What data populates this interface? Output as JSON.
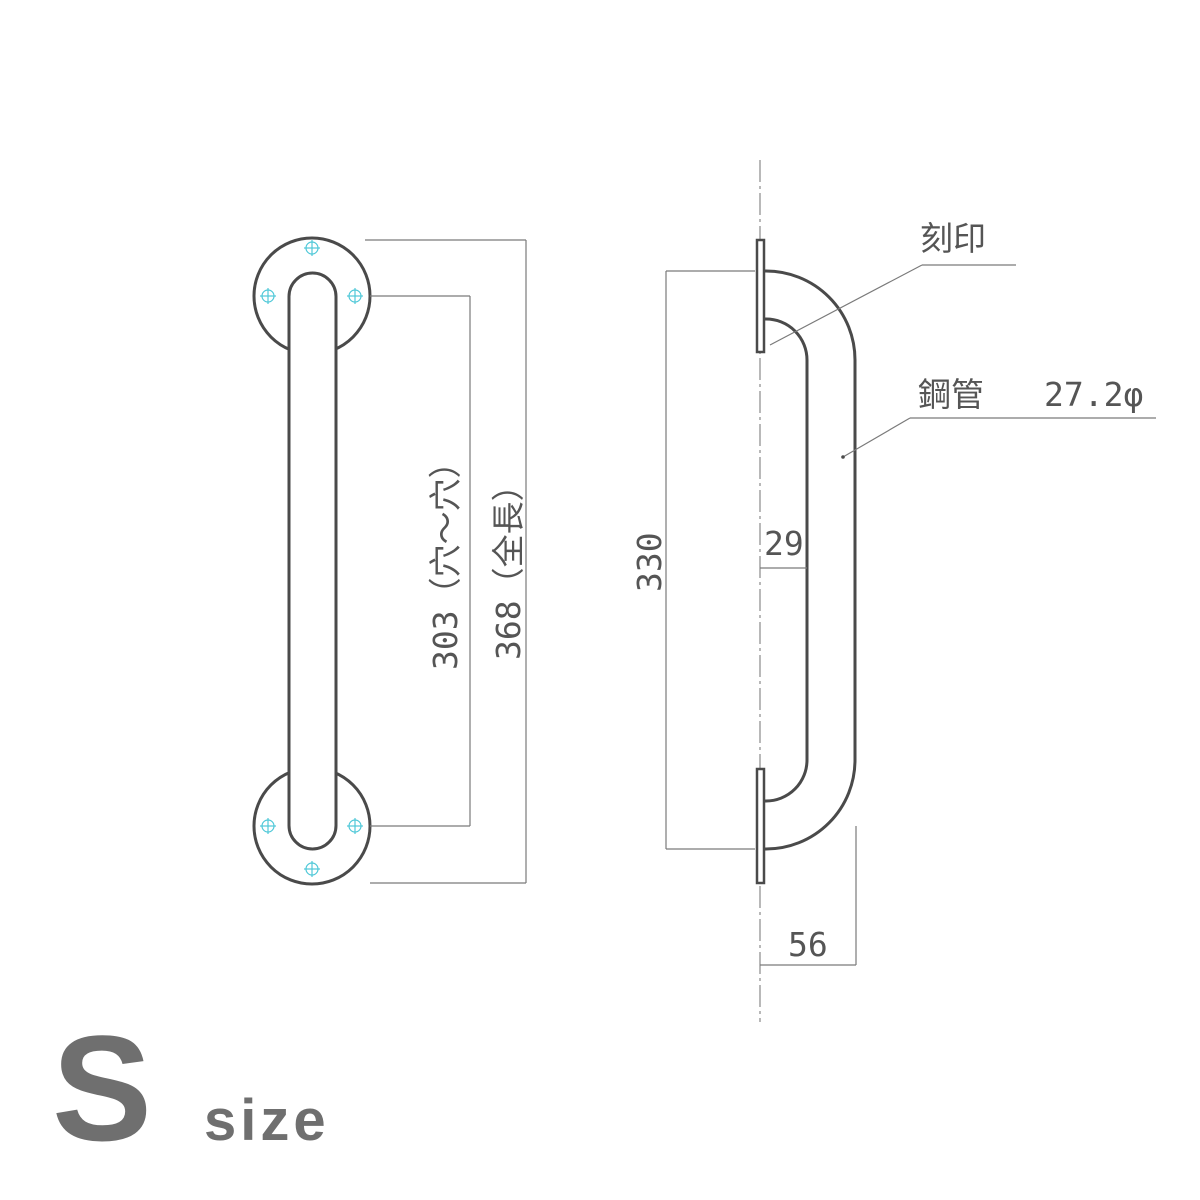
{
  "front_view": {
    "dim_hole_to_hole": "303（穴～穴）",
    "dim_total_length": "368（全長）"
  },
  "side_view": {
    "label_engraving": "刻印",
    "label_pipe": "鋼管",
    "label_pipe_diameter": "27.2φ",
    "dim_height": "330",
    "dim_inner_gap": "29",
    "dim_depth": "56"
  },
  "size_badge": {
    "letter": "S",
    "word": "size"
  },
  "colors": {
    "outline": "#4a4a4a",
    "dimension_line": "#7a7a7a",
    "screw": "#4fc8d8",
    "badge": "#6f6f6f"
  }
}
